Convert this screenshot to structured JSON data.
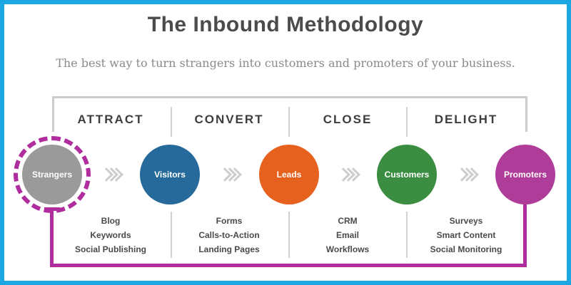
{
  "header": {
    "title": "The Inbound Methodology",
    "subtitle": "The best way to turn strangers into customers and promoters of your business."
  },
  "stages": [
    {
      "label": "ATTRACT",
      "tools": [
        "Blog",
        "Keywords",
        "Social Publishing"
      ]
    },
    {
      "label": "CONVERT",
      "tools": [
        "Forms",
        "Calls-to-Action",
        "Landing Pages"
      ]
    },
    {
      "label": "CLOSE",
      "tools": [
        "CRM",
        "Email",
        "Workflows"
      ]
    },
    {
      "label": "DELIGHT",
      "tools": [
        "Surveys",
        "Smart Content",
        "Social Monitoring"
      ]
    }
  ],
  "personas": [
    {
      "label": "Strangers",
      "color": "#9a9a9a"
    },
    {
      "label": "Visitors",
      "color": "#26699b"
    },
    {
      "label": "Leads",
      "color": "#e7611e"
    },
    {
      "label": "Customers",
      "color": "#3b8d41"
    },
    {
      "label": "Promoters",
      "color": "#b03c99"
    }
  ],
  "colors": {
    "frame_border": "#1ca6e3",
    "connector_line": "#b02d9d",
    "dashed_ring": "#b02d9d",
    "bracket_line": "#cccccc",
    "arrow_chevron": "#cdcdcd"
  }
}
